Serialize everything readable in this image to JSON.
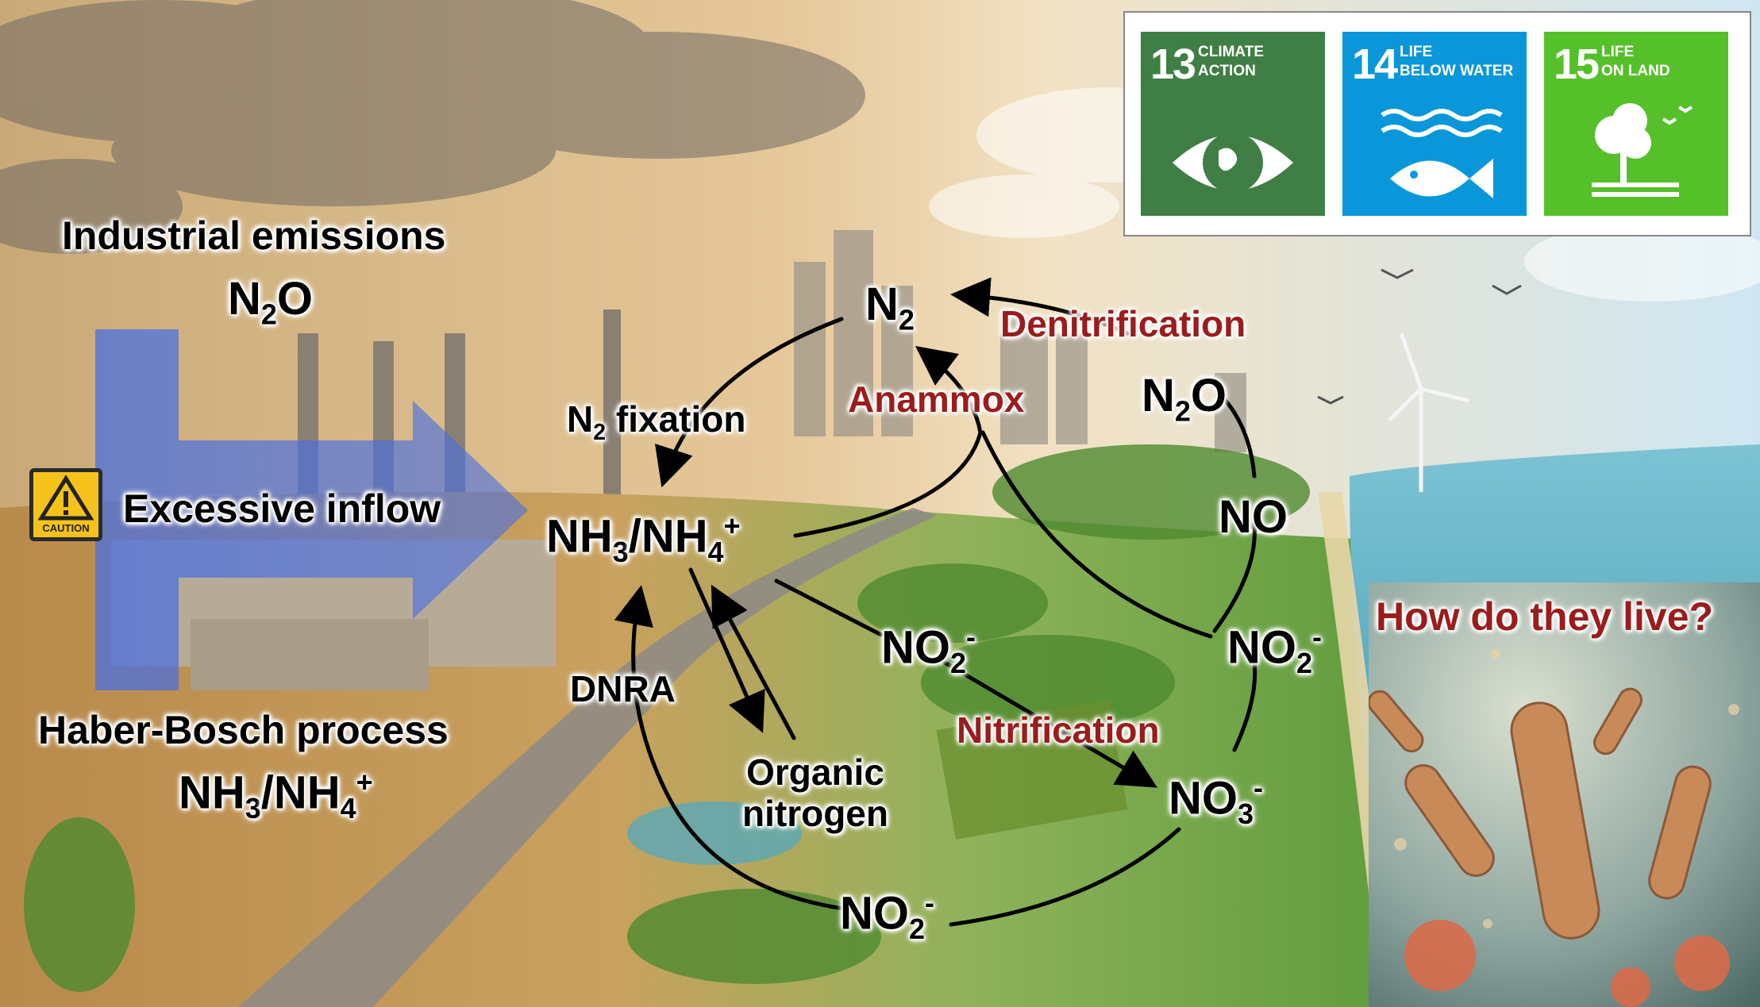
{
  "sdg": [
    {
      "number": "13",
      "title": "CLIMATE\nACTION",
      "color": "#3f7e44",
      "icon": "eye-globe-icon"
    },
    {
      "number": "14",
      "title": "LIFE\nBELOW WATER",
      "color": "#0a97d9",
      "icon": "fish-waves-icon"
    },
    {
      "number": "15",
      "title": "LIFE\nON LAND",
      "color": "#56c02b",
      "icon": "tree-birds-icon"
    }
  ],
  "left_panel": {
    "industrial_emissions": "Industrial emissions",
    "n2o": {
      "base": "N",
      "sub": "2",
      "rest": "O"
    },
    "excessive_inflow": "Excessive inflow",
    "caution_label": "CAUTION",
    "haber_bosch": "Haber-Bosch process",
    "nh3_nh4": {
      "a": "NH",
      "a_sub": "3",
      "mid": "/NH",
      "b_sub": "4",
      "sup": "+"
    }
  },
  "cycle": {
    "n2": {
      "base": "N",
      "sub": "2"
    },
    "n2_fixation": {
      "base": "N",
      "sub": "2",
      "rest": " fixation"
    },
    "nh3_nh4": {
      "a": "NH",
      "a_sub": "3",
      "mid": "/NH",
      "b_sub": "4",
      "sup": "+"
    },
    "denitrification": "Denitrification",
    "anammox": "Anammox",
    "n2o": {
      "base": "N",
      "sub": "2",
      "rest": "O"
    },
    "no": "NO",
    "no2_right": {
      "base": "NO",
      "sub": "2",
      "sup": "-"
    },
    "no2_center": {
      "base": "NO",
      "sub": "2",
      "sup": "-"
    },
    "nitrification": "Nitrification",
    "no3": {
      "base": "NO",
      "sub": "3",
      "sup": "-"
    },
    "no2_bottom": {
      "base": "NO",
      "sub": "2",
      "sup": "-"
    },
    "dnra": "DNRA",
    "organic_nitrogen": {
      "line1": "Organic",
      "line2": "nitrogen"
    }
  },
  "microbe_panel": {
    "question": "How do they live?"
  },
  "colors": {
    "label_red": "#9b1c1c",
    "inflow_arrow": "#4a6fe0"
  }
}
